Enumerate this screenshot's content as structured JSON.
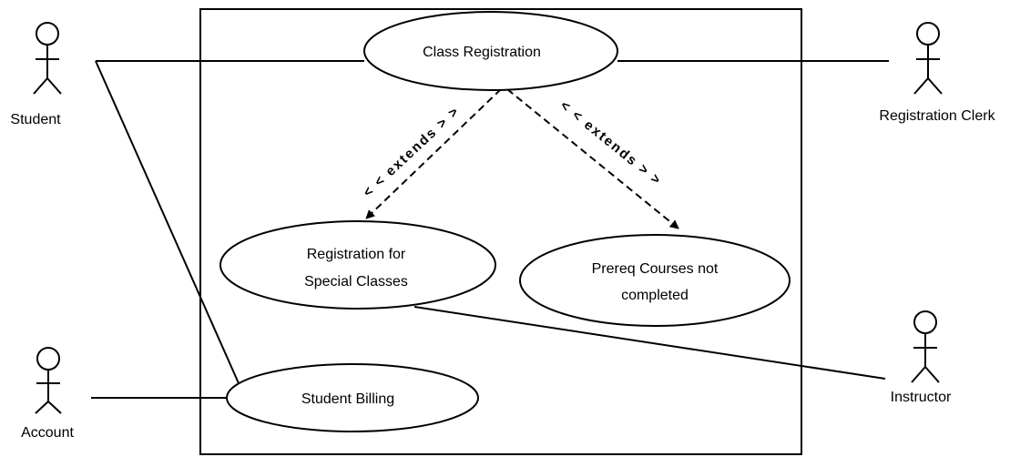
{
  "diagram": {
    "use_cases": {
      "class_registration": [
        "Class Registration"
      ],
      "registration_special": [
        "Registration for",
        "Special Classes"
      ],
      "prereq": [
        "Prereq Courses not",
        "completed"
      ],
      "student_billing": [
        "Student Billing"
      ]
    },
    "actors": {
      "student": "Student",
      "registration_clerk": "Registration Clerk",
      "account": "Account",
      "instructor": "Instructor"
    },
    "relationships": {
      "extends_left": "< < extends > >",
      "extends_right": "< < extends > >"
    }
  }
}
